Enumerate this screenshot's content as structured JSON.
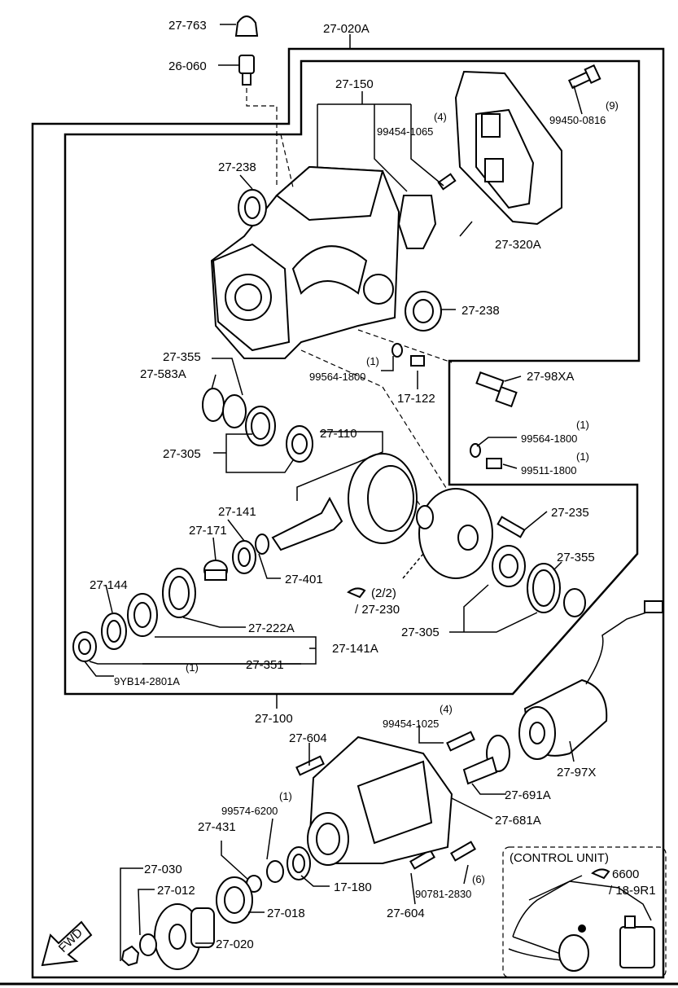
{
  "labels": {
    "l_27763": "27-763",
    "l_26060": "26-060",
    "l_27020A": "27-020A",
    "l_27150": "27-150",
    "l_99454_1065_qty": "(4)",
    "l_99454_1065": "99454-1065",
    "l_99450_0816_qty": "(9)",
    "l_99450_0816": "99450-0816",
    "l_27238_top": "27-238",
    "l_27320A": "27-320A",
    "l_27238_right": "27-238",
    "l_27355_left": "27-355",
    "l_27583A": "27-583A",
    "l_99564_1800_a_qty": "(1)",
    "l_99564_1800_a": "99564-1800",
    "l_17122": "17-122",
    "l_2798XA": "27-98XA",
    "l_99564_1800_b_qty": "(1)",
    "l_99564_1800_b": "99564-1800",
    "l_99511_1800_qty": "(1)",
    "l_99511_1800": "99511-1800",
    "l_27305_left": "27-305",
    "l_27110": "27-110",
    "l_27141": "27-141",
    "l_27171": "27-171",
    "l_27235": "27-235",
    "l_27355_right": "27-355",
    "l_27401": "27-401",
    "l_ref_22": "(2/2)",
    "l_27230": "/ 27-230",
    "l_27144": "27-144",
    "l_27222A": "27-222A",
    "l_27305_right": "27-305",
    "l_27141A": "27-141A",
    "l_27351": "27-351",
    "l_9YB14_qty": "(1)",
    "l_9YB14": "9YB14-2801A",
    "l_27100": "27-100",
    "l_99454_1025_qty": "(4)",
    "l_99454_1025": "99454-1025",
    "l_27604_top": "27-604",
    "l_2797X": "27-97X",
    "l_27691A": "27-691A",
    "l_99574_6200_qty": "(1)",
    "l_99574_6200": "99574-6200",
    "l_27681A": "27-681A",
    "l_27431": "27-431",
    "l_17180": "17-180",
    "l_90781_2830_qty": "(6)",
    "l_90781_2830": "90781-2830",
    "l_27030": "27-030",
    "l_27012": "27-012",
    "l_27018": "27-018",
    "l_27604_bottom": "27-604",
    "l_27020": "27-020",
    "control_unit_title": "(CONTROL UNIT)",
    "control_unit_ref": "6600",
    "control_unit_ref2": "/ 18-9R1",
    "fwd": "FWD"
  }
}
